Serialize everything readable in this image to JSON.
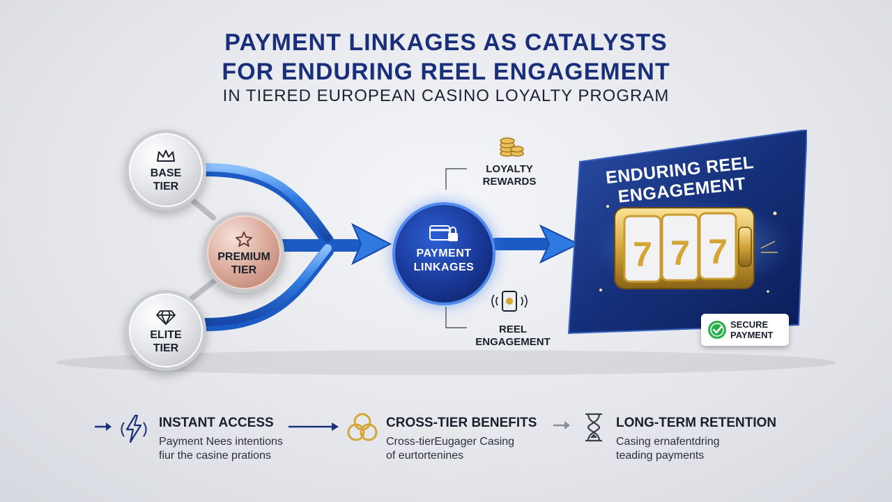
{
  "header": {
    "title_line1": "PAYMENT LINKAGES AS CATALYSTS",
    "title_line2": "FOR ENDURING REEL ENGAGEMENT",
    "subtitle": "IN TIERED EUROPEAN CASINO LOYALTY PROGRAM"
  },
  "tiers": [
    {
      "label_line1": "BASE",
      "label_line2": "TIER",
      "icon": "crown-icon"
    },
    {
      "label_line1": "PREMIUM",
      "label_line2": "TIER",
      "icon": "star-icon"
    },
    {
      "label_line1": "ELITE",
      "label_line2": "TIER",
      "icon": "diamond-icon"
    }
  ],
  "hub": {
    "label_line1": "PAYMENT",
    "label_line2": "LINKAGES",
    "icon": "card-lock-icon"
  },
  "callouts": {
    "top": {
      "line1": "LOYALTY",
      "line2": "REWARDS",
      "icon": "coins-icon"
    },
    "bottom": {
      "line1": "REEL",
      "line2": "ENGAGEMENT",
      "icon": "slot-reel-icon"
    }
  },
  "card": {
    "title_line1": "ENDURING REEL",
    "title_line2": "ENGAGEMENT",
    "reel_symbols": [
      "7",
      "7",
      "7"
    ],
    "badge_line1": "SECURE",
    "badge_line2": "PAYMENT"
  },
  "features": [
    {
      "title": "INSTANT ACCESS",
      "desc_line1": "Payment Nees intentions",
      "desc_line2": "fiur the casine prations",
      "icon": "lightning-icon"
    },
    {
      "title": "CROSS-TIER BENEFITS",
      "desc_line1": "Cross-tierEugager Casing",
      "desc_line2": "of eurtortenines",
      "icon": "linked-rings-icon"
    },
    {
      "title": "LONG-TERM RETENTION",
      "desc_line1": "Casing ernafentdring",
      "desc_line2": "teading payments",
      "icon": "hourglass-icon"
    }
  ],
  "colors": {
    "navy": "#1a2f7a",
    "flow_blue": "#2f7ae0",
    "gold": "#d4a537",
    "silver": "#c8cbd1",
    "bronze": "#c98a78",
    "check_green": "#27b04a"
  }
}
